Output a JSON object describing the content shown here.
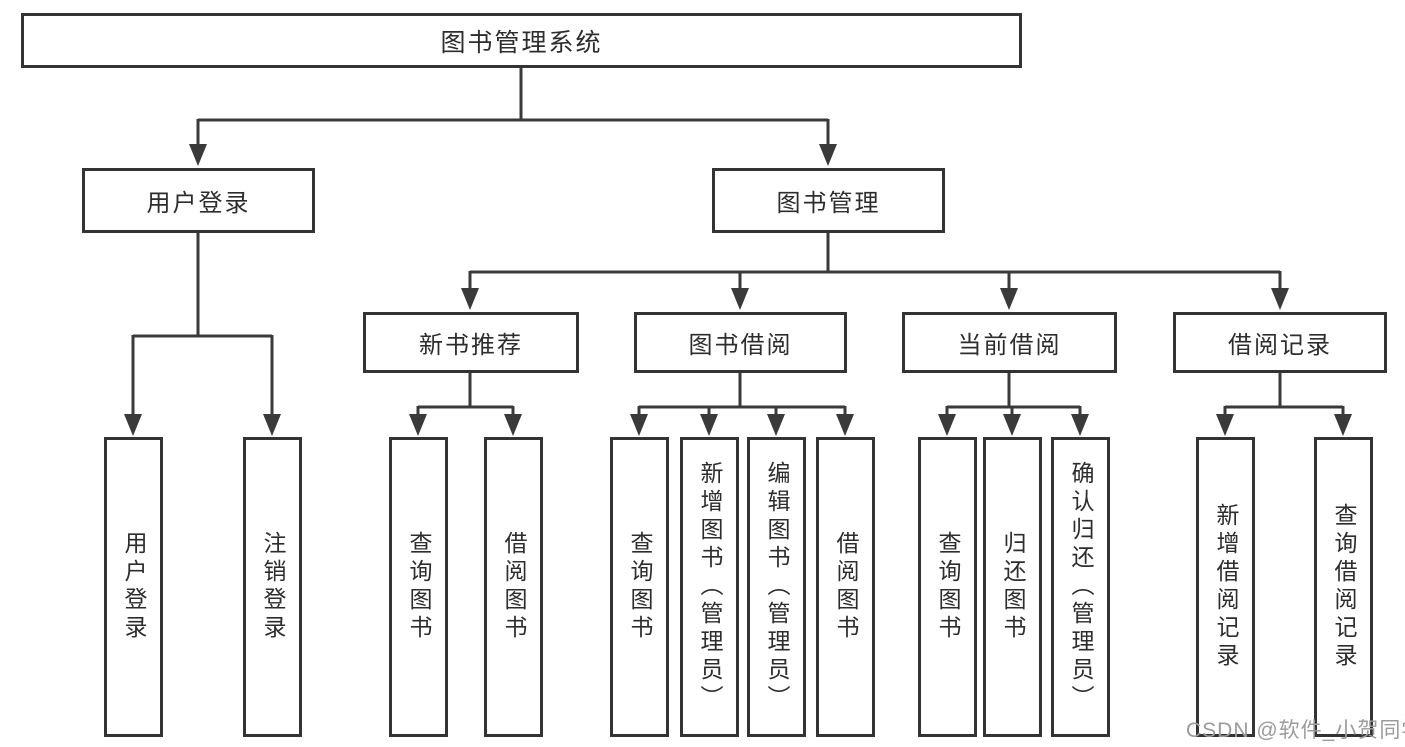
{
  "diagram": {
    "title": "图书管理系统",
    "root": {
      "label": "图书管理系统"
    },
    "level2": {
      "user_login": {
        "label": "用户登录"
      },
      "book_management": {
        "label": "图书管理"
      }
    },
    "level3": {
      "new_book_recommend": {
        "label": "新书推荐"
      },
      "book_borrow": {
        "label": "图书借阅"
      },
      "current_borrow": {
        "label": "当前借阅"
      },
      "borrow_record": {
        "label": "借阅记录"
      }
    },
    "leaves": {
      "user_login": [
        "用户登录",
        "注销登录"
      ],
      "new_book_recommend": [
        "查询图书",
        "借阅图书"
      ],
      "book_borrow": [
        "查询图书",
        "新增图书（管理员）",
        "编辑图书（管理员）",
        "借阅图书"
      ],
      "current_borrow": [
        "查询图书",
        "归还图书",
        "确认归还（管理员）"
      ],
      "borrow_record": [
        "新增借阅记录",
        "查询借阅记录"
      ]
    },
    "colors": {
      "box_border": "#333333",
      "connector": "#3a3a3a",
      "text": "#2d2d2d"
    }
  },
  "watermark": {
    "text": "CSDN @软件_小贺同学",
    "color": "#9b9b9b"
  }
}
